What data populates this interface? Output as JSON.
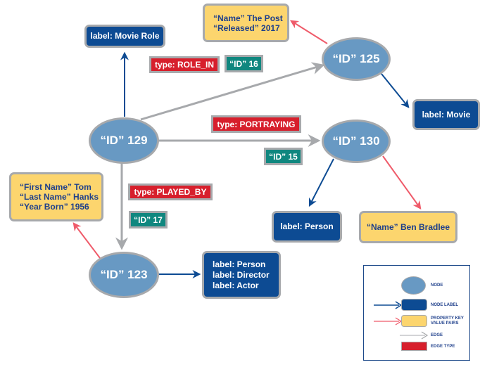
{
  "colors": {
    "node_fill": "#6899c3",
    "node_label_fill": "#0d4b93",
    "property_fill": "#fcd56e",
    "edge_type_fill": "#d71f2c",
    "edge_id_fill": "#10877f",
    "edge_line": "#a7a9ac",
    "label_arrow": "#0d4b93",
    "property_arrow": "#ef5b6a",
    "border": "#a7a9ac"
  },
  "nodes": {
    "n129": "“ID” 129",
    "n125": "“ID” 125",
    "n130": "“ID” 130",
    "n123": "“ID” 123"
  },
  "node_labels": {
    "movie_role": "label: Movie Role",
    "movie": "label: Movie",
    "person": "label: Person",
    "person_director_actor": [
      "label: Person",
      "label: Director",
      "label: Actor"
    ]
  },
  "properties": {
    "n125": [
      "“Name” The Post",
      "“Released” 2017"
    ],
    "n123": [
      "“First Name” Tom",
      "“Last Name” Hanks",
      "“Year Born” 1956"
    ],
    "n130": [
      "“Name” Ben Bradlee"
    ]
  },
  "edges": {
    "role_in": {
      "type": "type: ROLE_IN",
      "id": "“ID” 16"
    },
    "portraying": {
      "type": "type: PORTRAYING",
      "id": "“ID” 15"
    },
    "played_by": {
      "type": "type: PLAYED_BY",
      "id": "“ID” 17"
    }
  },
  "legend": {
    "node": "NODE",
    "node_label": "NODE LABEL",
    "property": [
      "PROPERTY KEY",
      "VALUE PAIRS"
    ],
    "edge": "EDGE",
    "edge_type": "EDGE TYPE"
  }
}
